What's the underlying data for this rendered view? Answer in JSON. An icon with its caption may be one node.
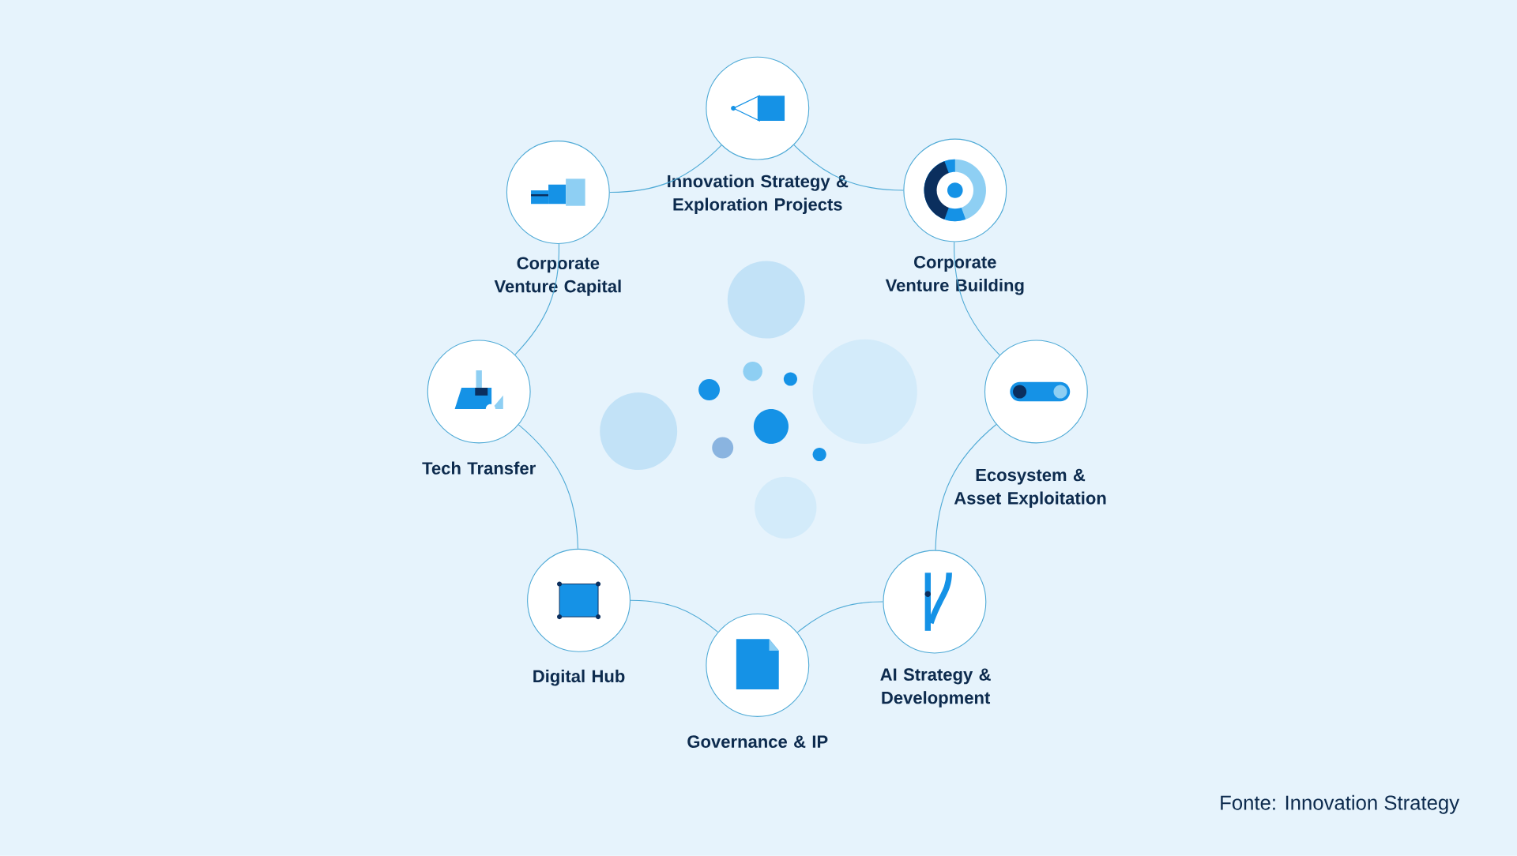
{
  "diagram": {
    "nodes": [
      {
        "text": [
          "Innovation Strategy & Exploration Projects"
        ]
      },
      {
        "text": [
          "Corporate Venture Building"
        ]
      },
      {
        "text": [
          "Ecosystem & Asset Exploitation"
        ]
      },
      {
        "text": [
          "AI Strategy & Development"
        ]
      },
      {
        "text": [
          "Governance & IP"
        ]
      },
      {
        "text": [
          "Digital Hub"
        ]
      },
      {
        "text": [
          "Tech Transfer"
        ]
      },
      {
        "text": [
          "Corporate Venture Capital"
        ]
      }
    ],
    "edges": [
      {
        "from": 0,
        "to": 1,
        "arrow": "none"
      },
      {
        "from": 1,
        "to": 2,
        "arrow": "none"
      },
      {
        "from": 2,
        "to": 3,
        "arrow": "none"
      },
      {
        "from": 3,
        "to": 4,
        "arrow": "none"
      },
      {
        "from": 4,
        "to": 5,
        "arrow": "none"
      },
      {
        "from": 5,
        "to": 6,
        "arrow": "none"
      },
      {
        "from": 6,
        "to": 7,
        "arrow": "none"
      },
      {
        "from": 7,
        "to": 0,
        "arrow": "none"
      }
    ],
    "labels": [
      "Fonte: Innovation Strategy"
    ]
  }
}
